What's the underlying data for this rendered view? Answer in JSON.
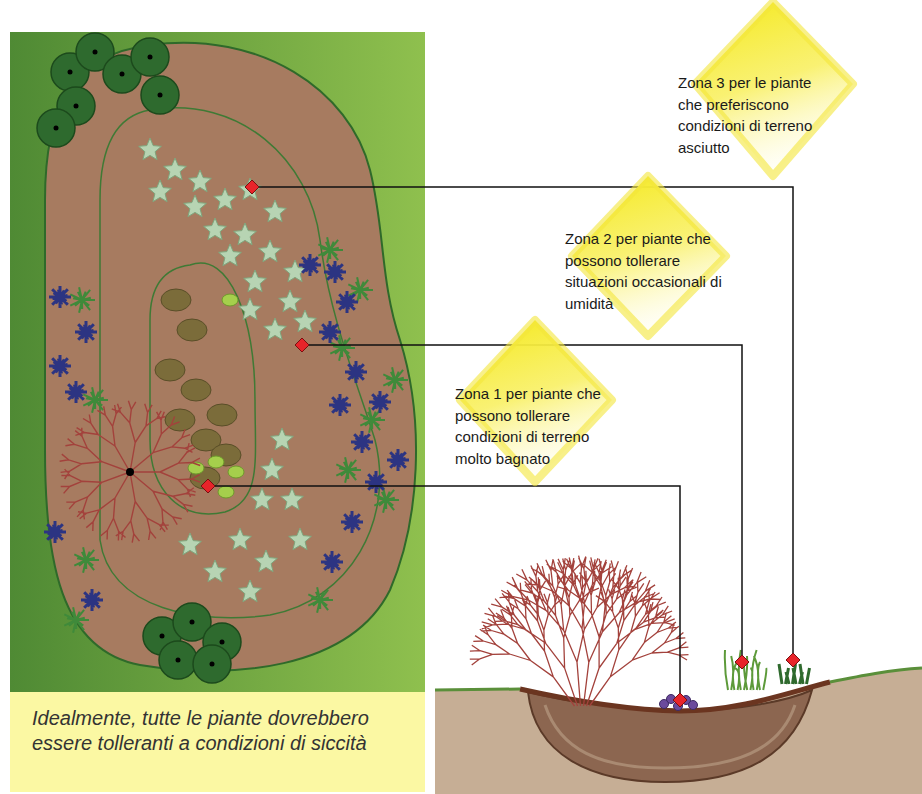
{
  "diagram": {
    "nodes": [
      {
        "text": [
          "Zona 3 per le piante che preferiscono condizioni di terreno asciutto"
        ]
      },
      {
        "text": [
          "Zona 2 per piante che possono tollerare situazioni occasionali di umidità"
        ]
      },
      {
        "text": [
          "Zona 1 per piante che possono tollerare condizioni di terreno molto bagnato"
        ]
      },
      {
        "text": [
          "Idealmente, tutte le piante dovrebbero essere tolleranti a condizioni di siccità"
        ]
      }
    ]
  }
}
